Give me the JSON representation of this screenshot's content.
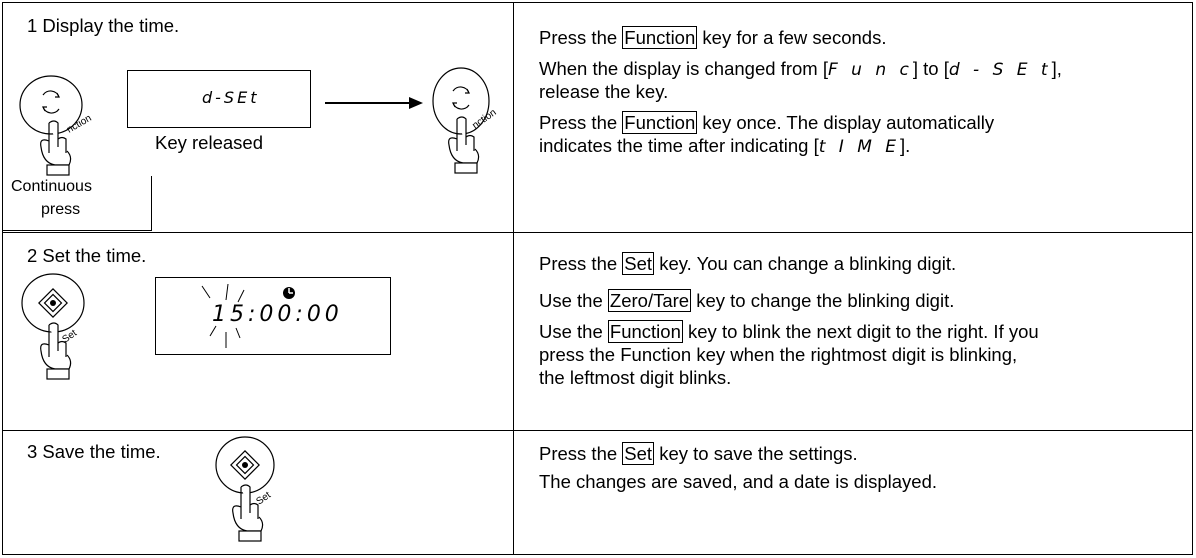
{
  "rows": [
    {
      "step": "1  Display the time.",
      "lcd": "d-SEt",
      "caption": "Key released",
      "press_label_1": "Continuous",
      "press_label_2": "press",
      "key_icon_text": "nction",
      "key_icon_text_2": "nction",
      "instructions": [
        {
          "pre": "Press the ",
          "key": "Function",
          "post": " key for a few seconds."
        },
        {
          "pre": "When the display is changed from [",
          "seg1": "F u n c",
          "mid": "] to [",
          "seg2": "d - S E t",
          "post": "],"
        },
        {
          "text": "release the key."
        },
        {
          "pre": "Press the ",
          "key": "Function",
          "post": " key once.   The display automatically"
        },
        {
          "pre": "indicates the time after indicating [",
          "seg1": "t  I M E",
          "post": "]."
        }
      ]
    },
    {
      "step": "2  Set the time.",
      "lcd": "15:00:00",
      "key_icon_text": "Set",
      "instructions": [
        {
          "pre": "Press the ",
          "key": "Set",
          "post": " key. You can change a blinking digit."
        },
        {
          "pre": "Use the ",
          "key": "Zero/Tare",
          "post": " key to change the blinking digit."
        },
        {
          "pre": "Use the ",
          "key": "Function",
          "post": " key to blink the next digit to the right. If you"
        },
        {
          "text": "press the Function key when the rightmost digit is blinking,"
        },
        {
          "text": "the leftmost digit blinks."
        }
      ]
    },
    {
      "step": "3  Save the time.",
      "key_icon_text": "Set",
      "instructions": [
        {
          "pre": "Press the ",
          "key": "Set",
          "post": " key to save the settings."
        },
        {
          "text": "The changes are saved, and a date is displayed."
        }
      ]
    }
  ]
}
